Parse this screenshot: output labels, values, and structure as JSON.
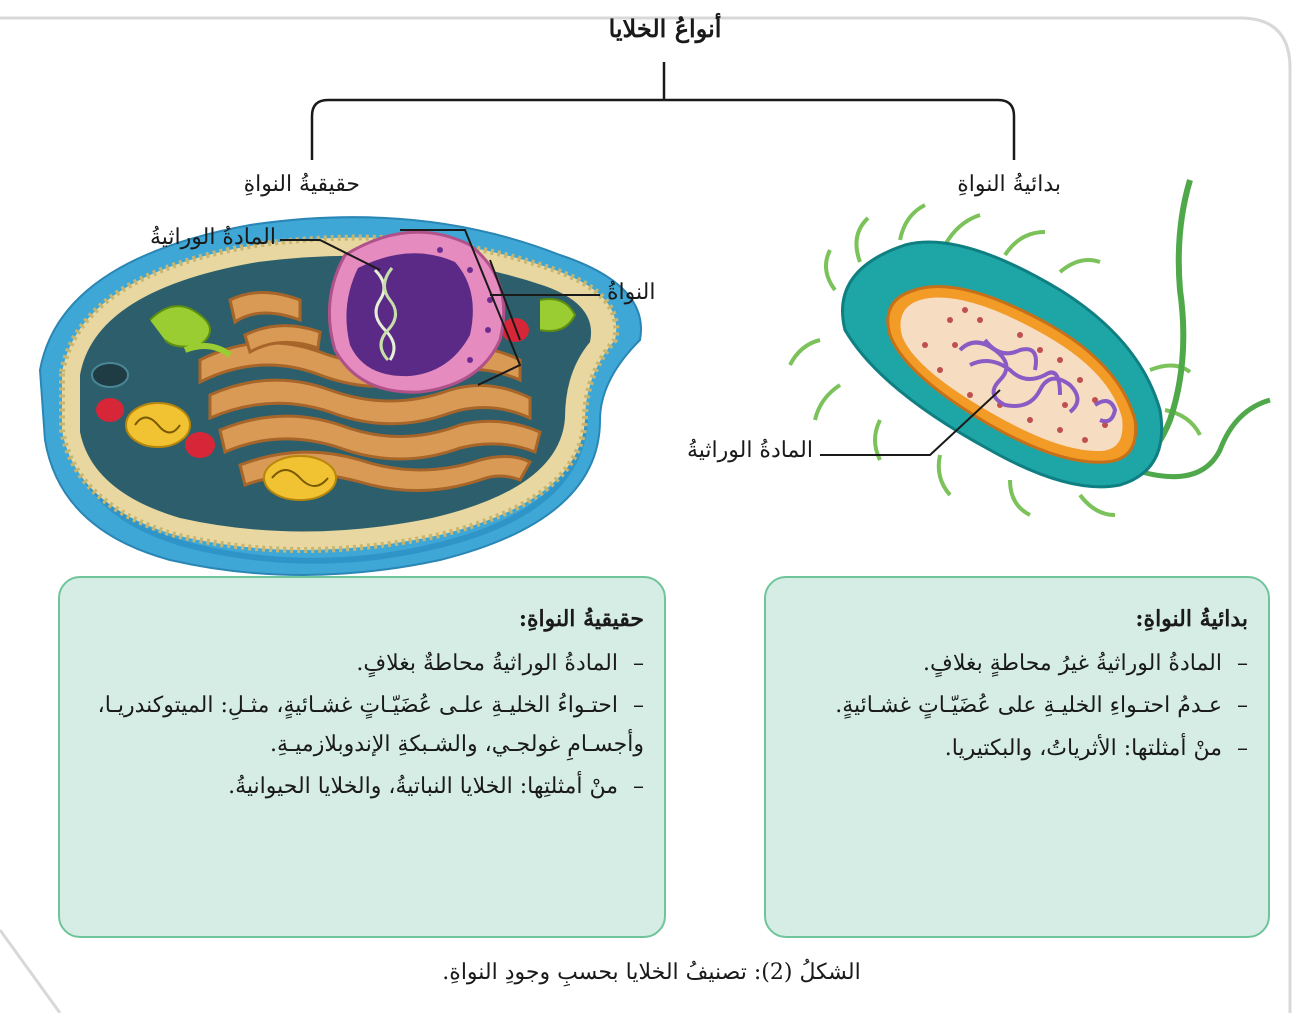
{
  "diagram": {
    "title": "أنواعُ الخلايا",
    "branches": {
      "eukaryote_label": "حقيقيةُ النواةِ",
      "prokaryote_label": "بدائيةُ النواةِ"
    },
    "eukaryote_callouts": {
      "genetic_material": "المادةُ الوراثيةُ",
      "nucleus": "النواةُ"
    },
    "prokaryote_callouts": {
      "genetic_material": "المادةُ الوراثيةُ"
    }
  },
  "eukaryote_box": {
    "heading": "حقيقيةُ النواةِ:",
    "items": [
      "المادةُ الوراثيةُ محاطةٌ بغلافٍ.",
      "احتـواءُ الخليـةِ علـى عُضَيّـاتٍ غشـائيةٍ، مثـلِ: الميتوكندريـا، وأجسـامِ غولجـي، والشـبكةِ الإندوبلازميـةِ.",
      "منْ أمثلتِها: الخلايا النباتيةُ، والخلايا الحيوانيةُ."
    ]
  },
  "prokaryote_box": {
    "heading": "بدائيةُ النواةِ:",
    "items": [
      "المادةُ الوراثيةُ غيرُ محاطةٍ بغلافٍ.",
      "عـدمُ احتـواءِ الخليـةِ على عُضَيّـاتٍ غشـائيةٍ.",
      "منْ أمثلتها: الأثرياتُ، والبكتيريا."
    ]
  },
  "caption": "الشكلُ (2): تصنيفُ الخلايا بحسبِ وجودِ النواةِ.",
  "colors": {
    "box_fill": "#d6ede6",
    "box_border": "#6fc49a",
    "frame_border": "#cfcfcf"
  }
}
